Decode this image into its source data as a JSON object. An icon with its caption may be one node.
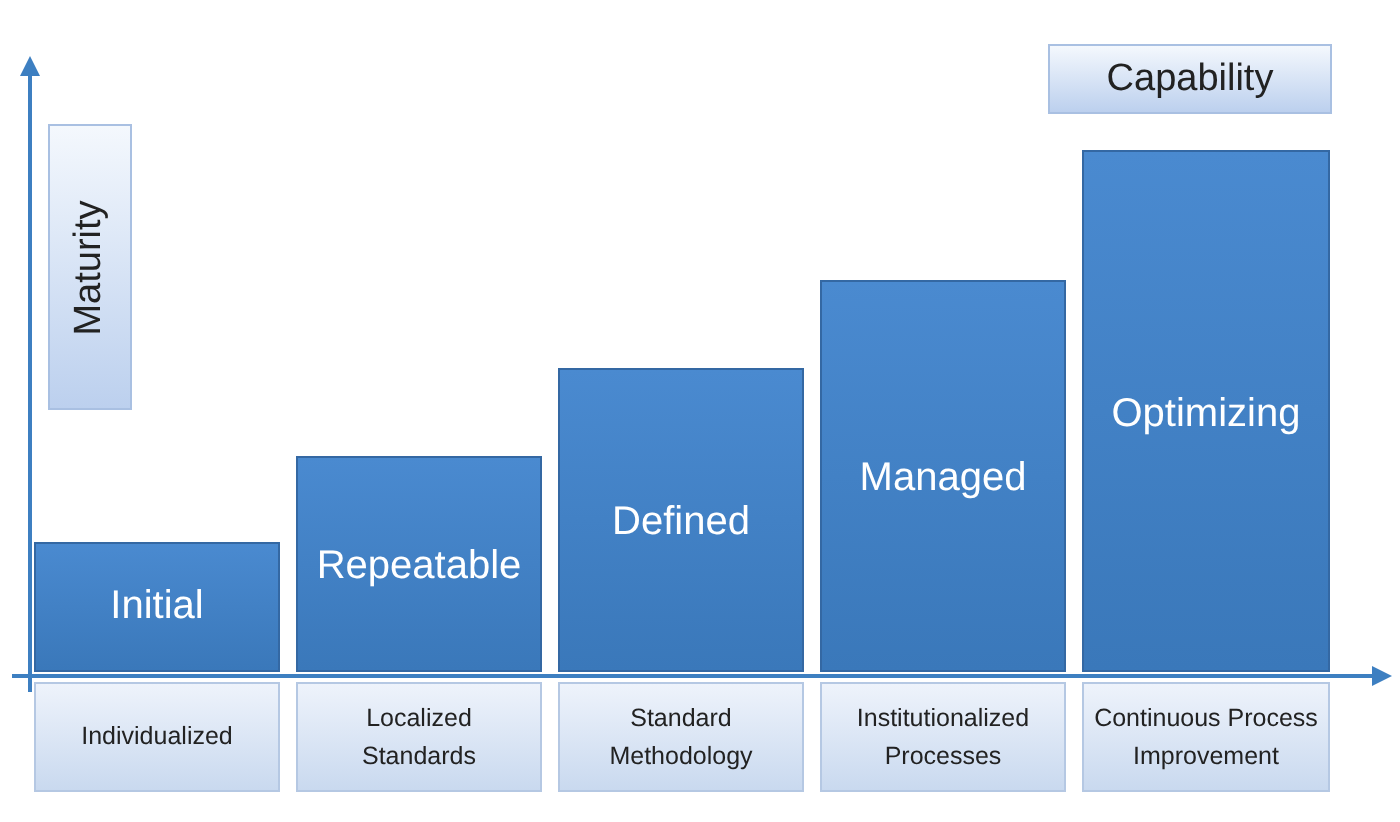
{
  "diagram": {
    "nodes": [
      {
        "text": [
          "Initial"
        ]
      },
      {
        "text": [
          "Repeatable"
        ]
      },
      {
        "text": [
          "Defined"
        ]
      },
      {
        "text": [
          "Managed"
        ]
      },
      {
        "text": [
          "Optimizing"
        ]
      },
      {
        "text": [
          "Individualized"
        ]
      },
      {
        "text": [
          "Localized Standards"
        ]
      },
      {
        "text": [
          "Standard Methodology"
        ]
      },
      {
        "text": [
          "Institutionalized Processes"
        ]
      },
      {
        "text": [
          "Continuous Process Improvement"
        ]
      },
      {
        "text": [
          "Maturity"
        ]
      },
      {
        "text": [
          "Capability"
        ]
      }
    ]
  }
}
